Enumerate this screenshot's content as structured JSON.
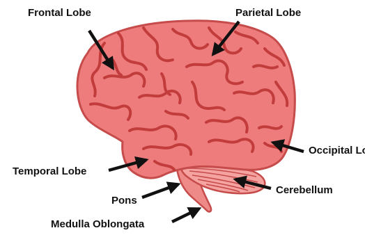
{
  "labels": {
    "frontal": "Frontal Lobe",
    "parietal": "Parietal Lobe",
    "occipital": "Occipital Lobe",
    "temporal": "Temporal Lobe",
    "pons": "Pons",
    "cerebellum": "Cerebellum",
    "medulla": "Medulla Oblongata"
  },
  "colors": {
    "brain_fill": "#ee7c7c",
    "brain_outline": "#c64b4b",
    "sulci": "#c23c3c",
    "cerebellum_fill": "#f4a3a0",
    "arrow": "#111111",
    "text": "#111111"
  }
}
